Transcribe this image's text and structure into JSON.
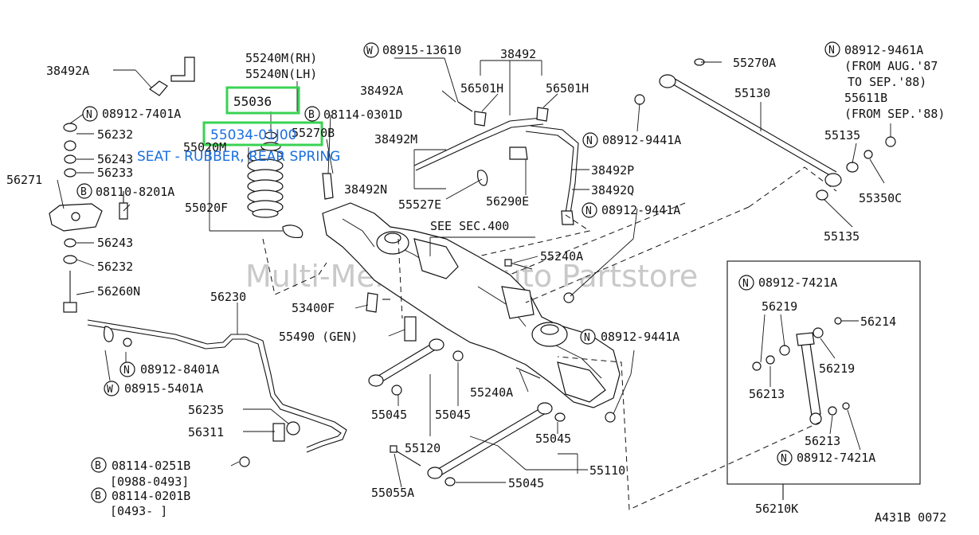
{
  "watermark": "Multi-Merchant Auto Partstore",
  "highlight": {
    "part_top": "55036",
    "part_selected": "55034-01J00",
    "part_selected_display": "55034-01J00",
    "description": "SEAT - RUBBER, REAR SPRING"
  },
  "labels": {
    "p38492A_top": "38492A",
    "p55240M": "55240M(RH)",
    "p55240N": "55240N(LH)",
    "n08912_7401A": "08912-7401A",
    "p56232_a": "56232",
    "p56243_a": "56243",
    "p56233": "56233",
    "p56271": "56271",
    "b08110_8201A": "08110-8201A",
    "p56243_b": "56243",
    "p56232_b": "56232",
    "p56260N": "56260N",
    "b08114_0301D": "08114-0301D",
    "p55270B": "55270B",
    "p55020M": "55020M",
    "p55020F": "55020F",
    "w08915_13610": "08915-13610",
    "p38492": "38492",
    "p38492A_mid": "38492A",
    "p56501H_l": "56501H",
    "p56501H_r": "56501H",
    "p38492M": "38492M",
    "p38492N": "38492N",
    "p55527E": "55527E",
    "p56290E": "56290E",
    "p38492P": "38492P",
    "p38492Q": "38492Q",
    "n08912_9441A_a": "08912-9441A",
    "n08912_9441A_b": "08912-9441A",
    "n08912_9441A_c": "08912-9441A",
    "see_sec": "SEE SEC.400",
    "p55240A_a": "55240A",
    "p55240A_b": "55240A",
    "p55270A": "55270A",
    "p55130": "55130",
    "n08912_9461A": "08912-9461A",
    "from_aug": "(FROM AUG.'87",
    "to_sep": "TO SEP.'88)",
    "p55611B": "55611B",
    "from_sep": "(FROM SEP.'88)",
    "p55135_a": "55135",
    "p55135_b": "55135",
    "p55350C": "55350C",
    "p56230": "56230",
    "p53400F": "53400F",
    "p55490": "55490 (GEN)",
    "n08912_8401A": "08912-8401A",
    "w08915_5401A": "08915-5401A",
    "p55045_a": "55045",
    "p55045_b": "55045",
    "p55045_c": "55045",
    "p55045_d": "55045",
    "p55120": "55120",
    "p55110": "55110",
    "p56235": "56235",
    "p56311": "56311",
    "b08114_0251B": "08114-0251B",
    "range_0988": "[0988-0493]",
    "b08114_0201B": "08114-0201B",
    "range_0493": "[0493-     ]",
    "p55055A": "55055A",
    "n08912_7421A_a": "08912-7421A",
    "p56219_a": "56219",
    "p56214": "56214",
    "p56219_b": "56219",
    "p56213_a": "56213",
    "p56213_b": "56213",
    "n08912_7421A_b": "08912-7421A",
    "p56210K": "56210K",
    "figure_code": "A431B 0072"
  },
  "symbols": {
    "nut": "N",
    "bolt": "B",
    "washer": "W"
  }
}
